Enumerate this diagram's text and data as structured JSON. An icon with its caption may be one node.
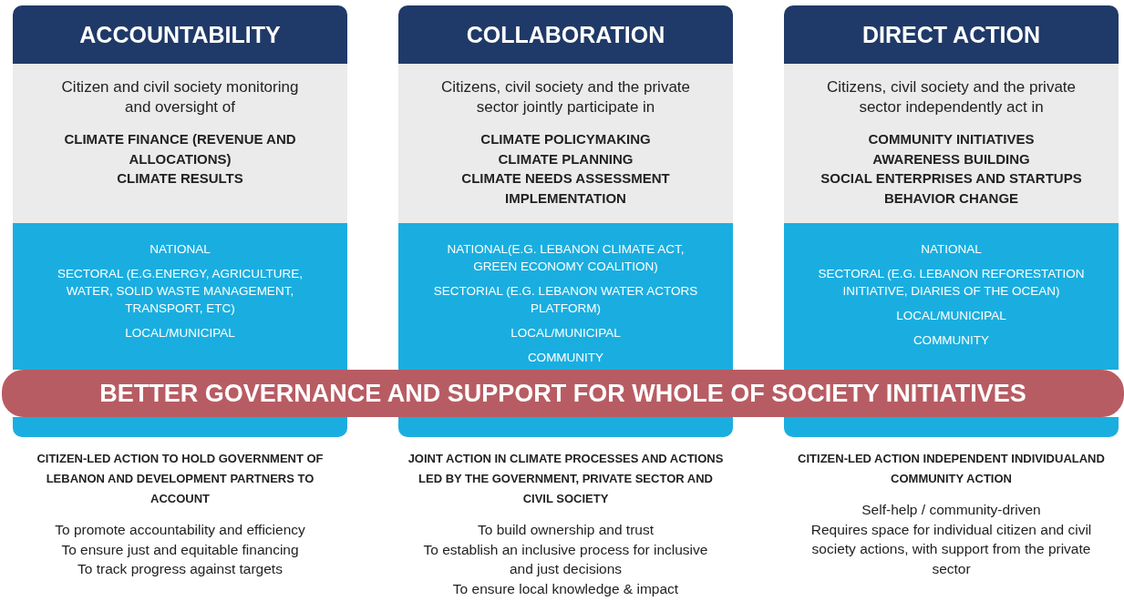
{
  "diagram": {
    "nodes": [
      {
        "text": [
          "ACCOUNTABILITY"
        ]
      },
      {
        "text": [
          "Citizen and civil society monitoring and oversight of",
          "CLIMATE FINANCE (REVENUE AND ALLOCATIONS)",
          "CLIMATE RESULTS"
        ]
      },
      {
        "text": [
          "NATIONAL",
          "SECTORAL (E.G.ENERGY, AGRICULTURE, WATER, SOLID WASTE MANAGEMENT, TRANSPORT, ETC)",
          "LOCAL/MUNICIPAL"
        ],
        "beside": [
          "CITIZEN-LED ACTION TO HOLD GOVERNMENT OF LEBANON AND DEVELOPMENT PARTNERS TO ACCOUNT",
          "To promote accountability and efficiency",
          "To ensure just and equitable financing",
          "To track progress against targets"
        ]
      },
      {
        "text": [
          "COLLABORATION"
        ]
      },
      {
        "text": [
          "Citizens, civil society and the private sector jointly participate in",
          "CLIMATE POLICYMAKING",
          "CLIMATE PLANNING",
          "CLIMATE NEEDS ASSESSMENT",
          "IMPLEMENTATION"
        ]
      },
      {
        "text": [
          "NATIONAL(E.G. LEBANON CLIMATE ACT, GREEN ECONOMY COALITION)",
          "SECTORIAL (E.G. LEBANON WATER ACTORS PLATFORM)",
          "LOCAL/MUNICIPAL",
          "COMMUNITY"
        ],
        "beside": [
          "JOINT ACTION IN CLIMATE PROCESSES AND ACTIONS LED BY THE GOVERNMENT, PRIVATE SECTOR AND CIVIL SOCIETY",
          "To build ownership and trust",
          "To establish an inclusive process for inclusive and just decisions",
          "To ensure local knowledge & impact"
        ]
      },
      {
        "text": [
          "DIRECT ACTION"
        ]
      },
      {
        "text": [
          "Citizens, civil society and the private sector independently act in",
          "COMMUNITY INITIATIVES",
          "AWARENESS BUILDING",
          "SOCIAL ENTERPRISES AND STARTUPS",
          "BEHAVIOR CHANGE"
        ]
      },
      {
        "text": [
          "NATIONAL",
          "SECTORAL (E.G. LEBANON REFORESTATION INITIATIVE, DIARIES OF THE OCEAN)",
          "LOCAL/MUNICIPAL",
          "COMMUNITY"
        ],
        "beside": [
          "CITIZEN-LED ACTION INDEPENDENT INDIVIDUALAND COMMUNITY ACTION",
          "Self-help / community-driven",
          "Requires space for individual citizen and civil society actions, with support from the private sector"
        ]
      },
      {
        "text": [
          "BETTER GOVERNANCE AND SUPPORT FOR WHOLE OF SOCIETY INITIATIVES"
        ]
      }
    ],
    "edges": []
  }
}
